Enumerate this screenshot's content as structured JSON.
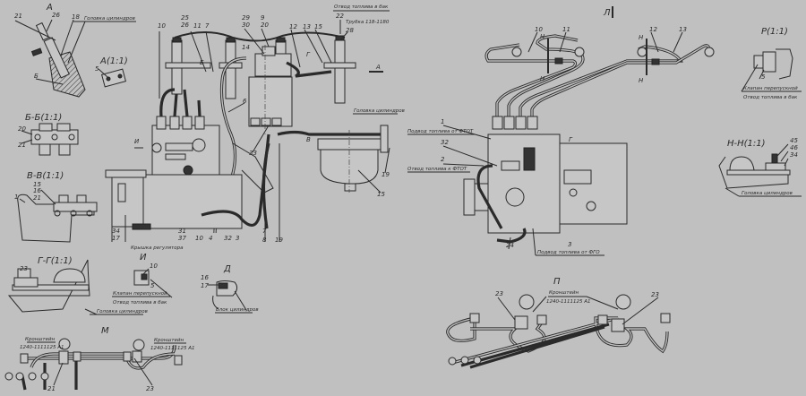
{
  "views": {
    "a": "А",
    "a_detail": "А(1:1)",
    "bb": "Б-Б(1:1)",
    "vv": "В-В(1:1)",
    "gg": "Г-Г(1:1)",
    "i": "И",
    "d": "Д",
    "m": "М",
    "l": "Л",
    "r": "Р(1:1)",
    "nn": "Н-Н(1:1)",
    "p": "П"
  },
  "notes": {
    "cyl_head": "Головка цилиндров",
    "fuel_to_tank": "Отвод топлива в бак",
    "tube": "Трубка 118-1180",
    "bypass_valve": "Клапан перепускной",
    "from_ftot": "Подвод топлива от ФТОТ",
    "to_ftot": "Отвод топлива к ФТОТ",
    "from_fgo": "Подвод топлива от ФГО",
    "reg_cover": "Крышка регулятора",
    "cyl_block": "Блок цилиндров",
    "bracket": "Кронштейн",
    "bracket_no": "1240-1111125 А1"
  },
  "cuts": {
    "b": "Б",
    "i": "И",
    "v": "В",
    "g": "Г",
    "a": "А",
    "n": "Н"
  },
  "callouts": {
    "a": [
      "21",
      "26",
      "18",
      "Б",
      "5"
    ],
    "bb": [
      "20",
      "21"
    ],
    "vv": [
      "15",
      "16",
      "1",
      "21"
    ],
    "top": [
      "10",
      "25",
      "26",
      "11",
      "7",
      "29",
      "30",
      "9",
      "20",
      "14",
      "12",
      "13",
      "15",
      "22",
      "28",
      "6",
      "33",
      "19",
      "15"
    ],
    "bottom": [
      "34",
      "17",
      "31",
      "37",
      "10",
      "4",
      "32",
      "3",
      "7",
      "8",
      "19"
    ],
    "gg": [
      "23"
    ],
    "i": [
      "10",
      "5"
    ],
    "d": [
      "16",
      "17"
    ],
    "m": [
      "21",
      "23"
    ],
    "right": [
      "10",
      "11",
      "12",
      "13",
      "1",
      "32",
      "2",
      "24",
      "3",
      "5",
      "45",
      "46",
      "34",
      "23",
      "23"
    ]
  }
}
